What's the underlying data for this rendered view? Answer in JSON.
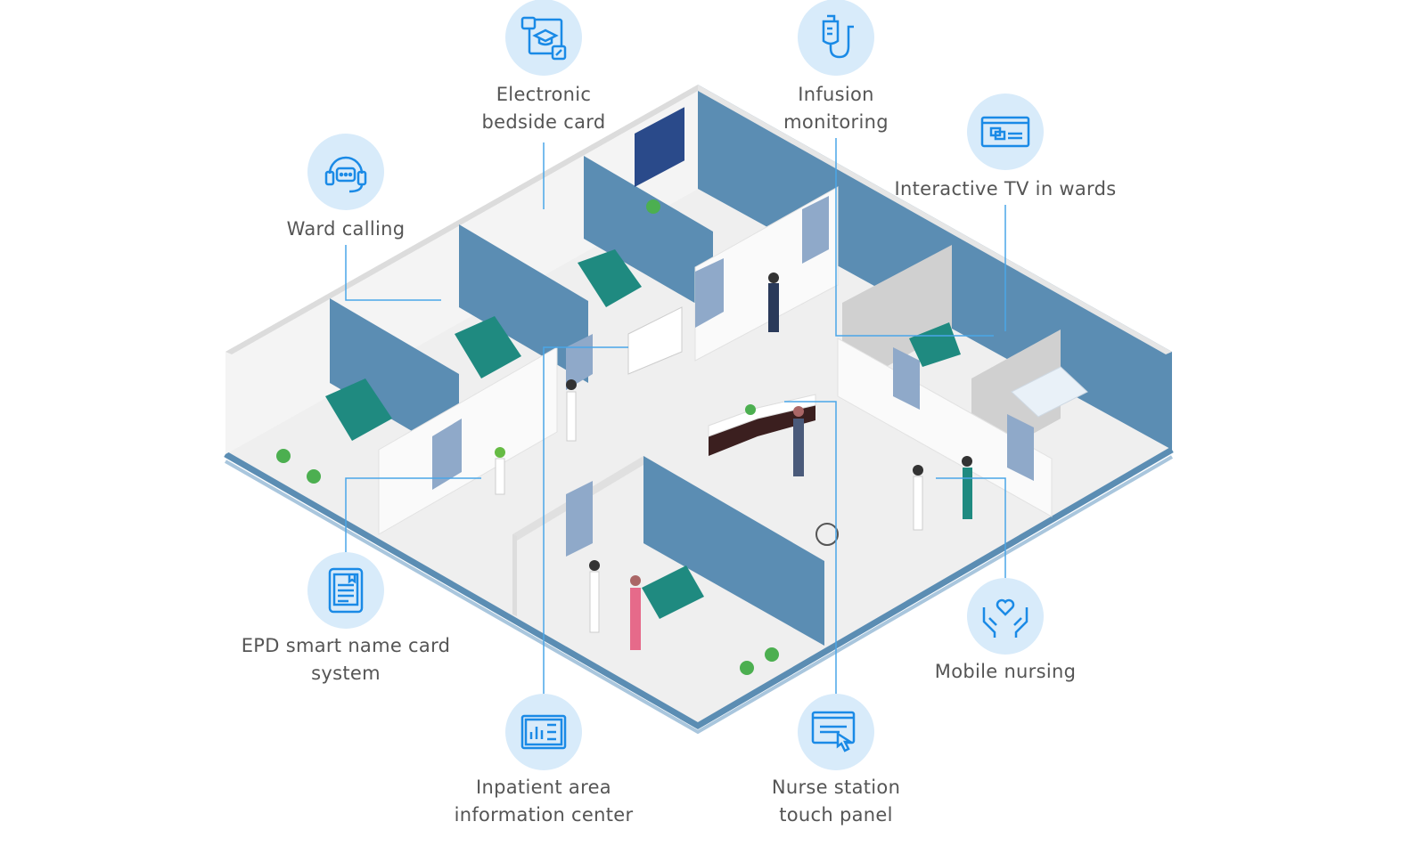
{
  "colors": {
    "accent": "#1a8ae6",
    "badge_bg": "#d8ebfa",
    "text": "#555555",
    "wall_blue": "#5b8db3",
    "bed_teal": "#1f8a80",
    "connector": "#4aa6e8"
  },
  "features": [
    {
      "id": "ward-calling",
      "label_lines": [
        "Ward calling"
      ],
      "icon": "headset-chat-icon"
    },
    {
      "id": "electronic-bedside-card",
      "label_lines": [
        "Electronic",
        "bedside card"
      ],
      "icon": "tablet-graduation-icon"
    },
    {
      "id": "infusion-monitoring",
      "label_lines": [
        "Infusion",
        "monitoring"
      ],
      "icon": "iv-drip-icon"
    },
    {
      "id": "interactive-tv",
      "label_lines": [
        "Interactive TV in wards"
      ],
      "icon": "tv-screen-icon"
    },
    {
      "id": "epd-smart-name-card",
      "label_lines": [
        "EPD smart name card",
        "system"
      ],
      "icon": "document-tablet-icon"
    },
    {
      "id": "inpatient-info-center",
      "label_lines": [
        "Inpatient area",
        "information center"
      ],
      "icon": "dashboard-chart-icon"
    },
    {
      "id": "nurse-station-panel",
      "label_lines": [
        "Nurse station",
        "touch panel"
      ],
      "icon": "touch-panel-icon"
    },
    {
      "id": "mobile-nursing",
      "label_lines": [
        "Mobile nursing"
      ],
      "icon": "hands-heart-icon"
    }
  ]
}
